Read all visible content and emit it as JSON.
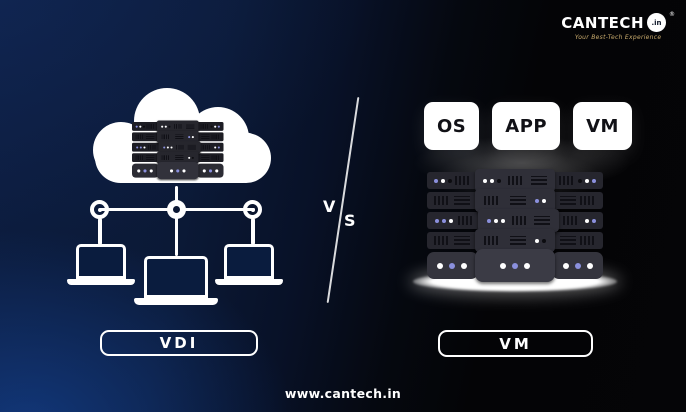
{
  "brand": {
    "name": "CANTECH",
    "domain_suffix": ".in",
    "registered_mark": "®",
    "tagline": "Your Best-Tech Experience"
  },
  "comparison": {
    "left": {
      "label": "VDI"
    },
    "right": {
      "label": "VM",
      "layer_cards": [
        {
          "label": "OS"
        },
        {
          "label": "APP"
        },
        {
          "label": "VM"
        }
      ]
    },
    "divider": {
      "letter_v": "V",
      "letter_s": "S"
    }
  },
  "footer": {
    "website": "www.cantech.in"
  },
  "colors": {
    "background_navy": "#0b1936",
    "background_black": "#050507",
    "accent_white": "#ffffff",
    "server_body": "#2f2f38",
    "dot_periwinkle": "#8b90dd",
    "laptop_screen_navy": "#0a1c3e"
  }
}
